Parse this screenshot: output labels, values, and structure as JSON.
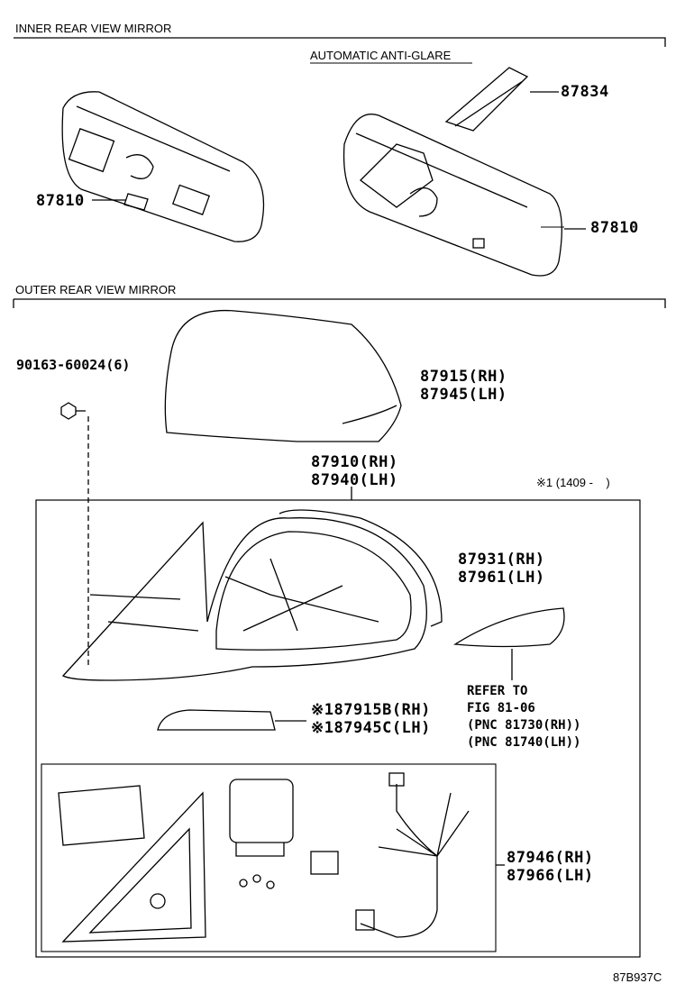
{
  "sections": {
    "inner": "INNER REAR VIEW MIRROR",
    "outer": "OUTER REAR VIEW MIRROR",
    "auto": "AUTOMATIC ANTI-GLARE"
  },
  "parts": {
    "p87834": "87834",
    "p87810a": "87810",
    "p87810b": "87810",
    "screw": "90163-60024(6)",
    "cover_rh": "87915(RH)",
    "cover_lh": "87945(LH)",
    "assy_rh": "87910(RH)",
    "assy_lh": "87940(LH)",
    "housing_rh": "87931(RH)",
    "housing_lh": "87961(LH)",
    "lamp_rh": "※187915B(RH)",
    "lamp_lh": "※187945C(LH)",
    "harness_rh": "87946(RH)",
    "harness_lh": "87966(LH)"
  },
  "refer": [
    "REFER TO",
    "FIG 81-06",
    "(PNC 81730(RH))",
    "(PNC 81740(LH))"
  ],
  "note": "※1 (1409 -    )",
  "figure_code": "87B937C"
}
